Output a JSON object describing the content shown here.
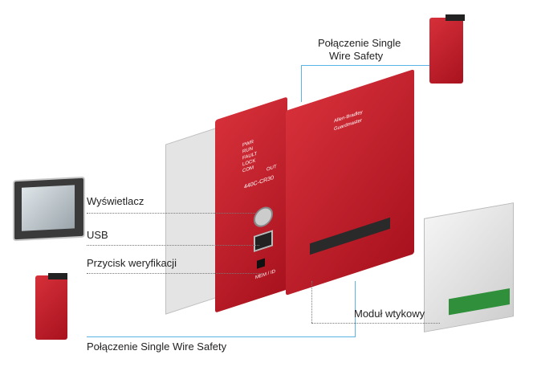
{
  "labels": {
    "top_right": [
      "Połączenie Single",
      "Wire Safety"
    ],
    "display": "Wyświetlacz",
    "usb": "USB",
    "verify_button": "Przycisk weryfikacji",
    "bottom": "Połączenie Single Wire Safety",
    "plugin": "Moduł wtykowy"
  },
  "device": {
    "model": "440C-CR30",
    "status": [
      "PWR",
      "RUN",
      "FAULT",
      "LOCK",
      "COM"
    ],
    "brand": "Allen-Bradley",
    "product": "Guardmaster",
    "mem": "MEM / ID",
    "out": "OUT"
  },
  "colors": {
    "line": "#5ab4e6",
    "red": "#c41e2a"
  }
}
